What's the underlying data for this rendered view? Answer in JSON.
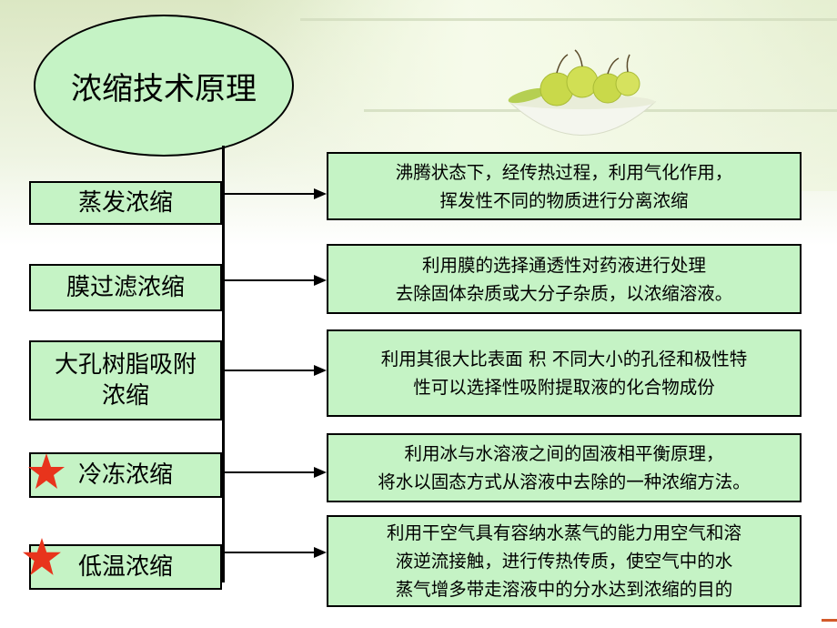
{
  "title": "浓缩技术原理",
  "colors": {
    "box_fill": "#c5f3c5",
    "border": "#000000",
    "star": "#e8341c",
    "apple": "#c9d94a",
    "bowl": "#f4f6ee"
  },
  "decorations": {
    "background_image": "fruit-bowl-with-green-apples",
    "star_icon": "red-star-icon"
  },
  "methods": [
    {
      "name": "蒸发浓缩",
      "starred": false,
      "description": [
        "沸腾状态下，经传热过程，利用气化作用，",
        "挥发性不同的物质进行分离浓缩"
      ]
    },
    {
      "name": "膜过滤浓缩",
      "starred": false,
      "description": [
        "利用膜的选择通透性对药液进行处理",
        "去除固体杂质或大分子杂质，以浓缩溶液。"
      ]
    },
    {
      "name": "大孔树脂吸附浓缩",
      "name_lines": [
        "大孔树脂吸附",
        "浓缩"
      ],
      "starred": false,
      "description": [
        "利用其很大比表面 积 不同大小的孔径和极性特",
        "性可以选择性吸附提取液的化合物成份"
      ]
    },
    {
      "name": "冷冻浓缩",
      "starred": true,
      "description": [
        "利用冰与水溶液之间的固液相平衡原理，",
        "将水以固态方式从溶液中去除的一种浓缩方法。"
      ]
    },
    {
      "name": "低温浓缩",
      "starred": true,
      "description": [
        "利用干空气具有容纳水蒸气的能力用空气和溶",
        "液逆流接触，进行传热传质，使空气中的水",
        "蒸气增多带走溶液中的分水达到浓缩的目的"
      ]
    }
  ]
}
